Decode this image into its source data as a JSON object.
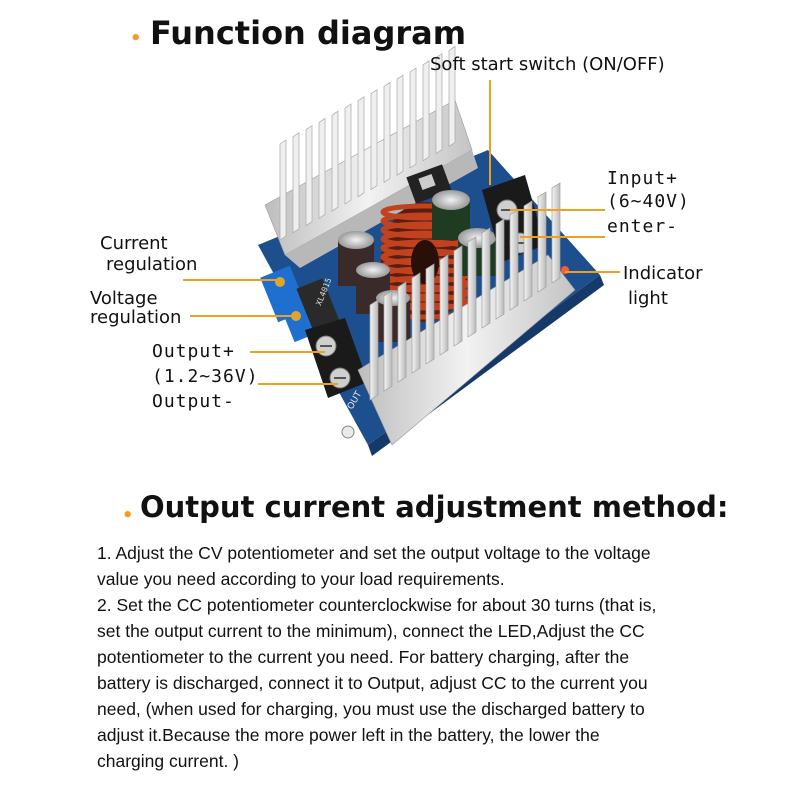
{
  "function_diagram": {
    "heading": "Function diagram",
    "labels": {
      "soft_start": "Soft start switch (ON/OFF)",
      "input_plus": "Input+",
      "input_range": "(6~40V)",
      "enter_minus": "enter-",
      "indicator_light_1": "Indicator",
      "indicator_light_2": "light",
      "current_regulation_1": "Current",
      "current_regulation_2": "regulation",
      "voltage_regulation_1": "Voltage",
      "voltage_regulation_2": "regulation",
      "output_plus": "Output+",
      "output_range": "(1.2~36V)",
      "output_minus": "Output-"
    },
    "board_marks": {
      "pot_marking": "XL4015",
      "silk_out": "OUT"
    }
  },
  "adjustment": {
    "heading": "Output current adjustment method:",
    "line1": "1. Adjust the CV potentiometer and set the output voltage to the voltage",
    "line2": "value you need according to your load requirements.",
    "line3": "2. Set the CC potentiometer counterclockwise for about 30 turns (that is,",
    "line4": "set the output current to the minimum), connect the LED,Adjust the CC",
    "line5": "potentiometer to the current you need. For battery charging, after the",
    "line6": "battery is discharged, connect it to Output, adjust CC to the current you",
    "line7": "need, (when used for charging, you must use the discharged battery to",
    "line8": "adjust it.Because the more power left in the battery, the lower the",
    "line9": "charging current. )"
  },
  "colors": {
    "bullet": "#f0a020",
    "leader_line": "#f0a020",
    "pcb": "#1d4f8e",
    "heatsink": "#d9d9d9",
    "inductor_copper": "#c0421e"
  }
}
